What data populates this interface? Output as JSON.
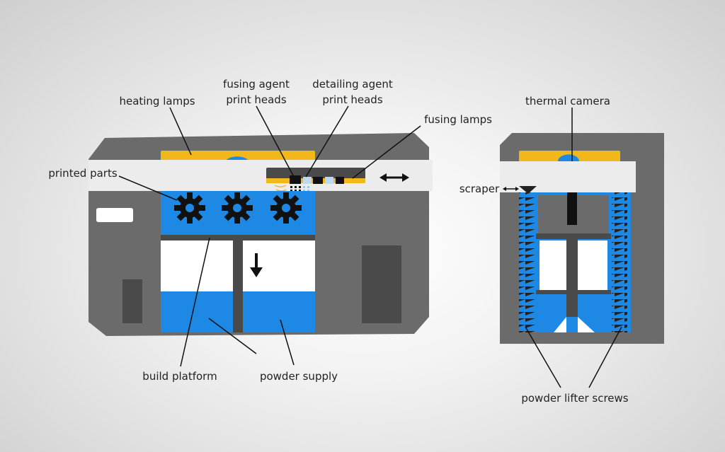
{
  "labels": {
    "heating_lamps": "heating lamps",
    "fusing_agent_line1": "fusing agent",
    "fusing_agent_line2": "print heads",
    "detailing_agent_line1": "detailing agent",
    "detailing_agent_line2": "print heads",
    "fusing_lamps": "fusing lamps",
    "thermal_camera": "thermal camera",
    "printed_parts": "printed parts",
    "scraper": "scraper",
    "build_platform": "build platform",
    "powder_supply": "powder supply",
    "powder_lifter_screws": "powder lifter screws"
  },
  "colors": {
    "body": "#6b6b6b",
    "dark_body": "#4a4a4a",
    "lamp_yellow": "#f2b81b",
    "powder_blue": "#1e88e5",
    "carriage": "#ececec",
    "gear": "#111111"
  },
  "icons": [
    "gear-icon",
    "double-arrow-icon",
    "down-arrow-icon"
  ]
}
